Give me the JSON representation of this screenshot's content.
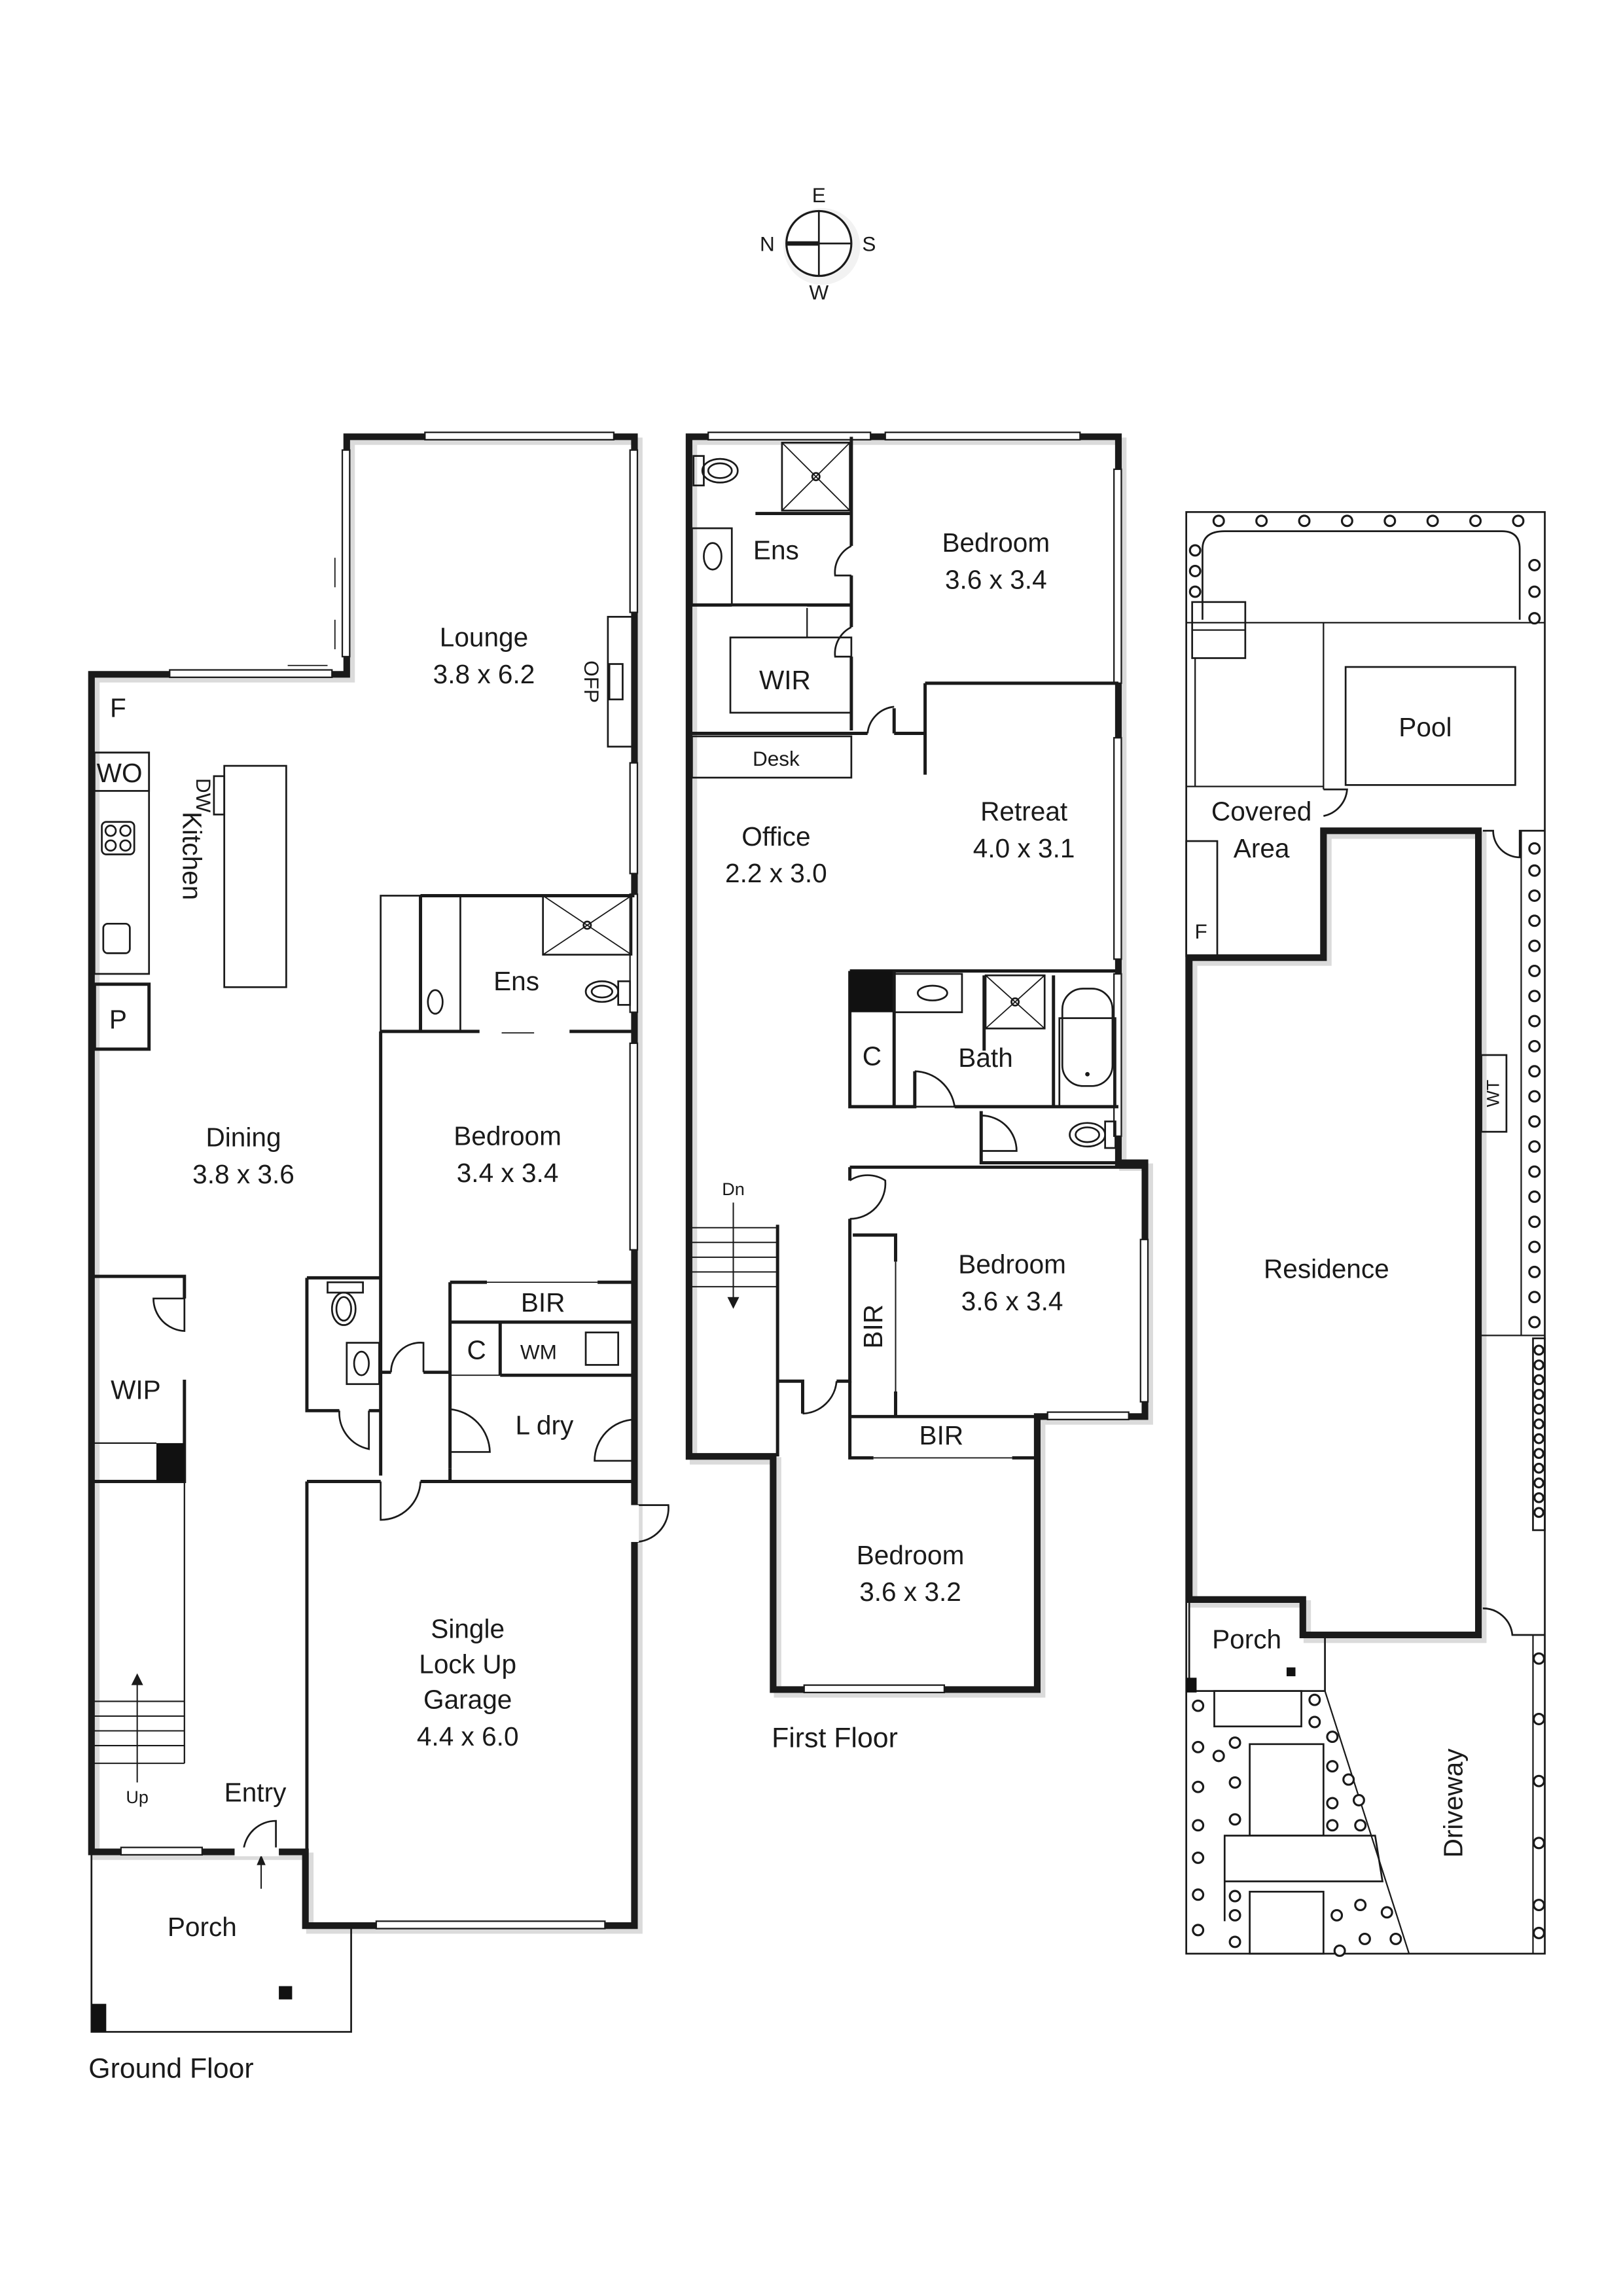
{
  "compass": {
    "north": "N",
    "east": "E",
    "south": "S",
    "west": "W"
  },
  "ground_floor": {
    "title": "Ground Floor",
    "rooms": {
      "lounge": {
        "name": "Lounge",
        "dims": "3.8 x 6.2"
      },
      "kitchen": {
        "name": "Kitchen"
      },
      "dining": {
        "name": "Dining",
        "dims": "3.8 x 3.6"
      },
      "bedroom": {
        "name": "Bedroom",
        "dims": "3.4 x 3.4"
      },
      "ensuite": {
        "name": "Ens"
      },
      "wip": {
        "name": "WIP"
      },
      "bir": {
        "name": "BIR"
      },
      "linen": {
        "name": "C"
      },
      "washing_machine": {
        "name": "WM"
      },
      "laundry": {
        "name": "L dry"
      },
      "garage": {
        "line1": "Single",
        "line2": "Lock Up",
        "line3": "Garage",
        "dims": "4.4 x 6.0"
      },
      "entry": {
        "name": "Entry"
      },
      "porch": {
        "name": "Porch"
      }
    },
    "fixtures": {
      "fridge": "F",
      "wall_oven": "WO",
      "dishwasher": "DW",
      "pantry": "P",
      "open_fireplace": "OFP",
      "stairs_up": "Up"
    }
  },
  "first_floor": {
    "title": "First Floor",
    "rooms": {
      "master_bedroom": {
        "name": "Bedroom",
        "dims": "3.6 x 3.4"
      },
      "ensuite": {
        "name": "Ens"
      },
      "wir": {
        "name": "WIR"
      },
      "desk": {
        "name": "Desk"
      },
      "office": {
        "name": "Office",
        "dims": "2.2 x 3.0"
      },
      "retreat": {
        "name": "Retreat",
        "dims": "4.0 x 3.1"
      },
      "bath": {
        "name": "Bath"
      },
      "linen": {
        "name": "C"
      },
      "bedroom2": {
        "name": "Bedroom",
        "dims": "3.6 x 3.4"
      },
      "bir2": {
        "name": "BIR"
      },
      "bir3": {
        "name": "BIR"
      },
      "bedroom3": {
        "name": "Bedroom",
        "dims": "3.6 x 3.2"
      }
    },
    "fixtures": {
      "stairs_down": "Dn"
    }
  },
  "site_plan": {
    "areas": {
      "pool": "Pool",
      "covered_area_line1": "Covered",
      "covered_area_line2": "Area",
      "residence": "Residence",
      "porch": "Porch",
      "driveway": "Driveway"
    },
    "fixtures": {
      "fridge": "F",
      "water_tank": "WT"
    }
  },
  "colors": {
    "wall": "#1a1a1a",
    "background": "#ffffff",
    "shadow": "#bdbdbd"
  }
}
